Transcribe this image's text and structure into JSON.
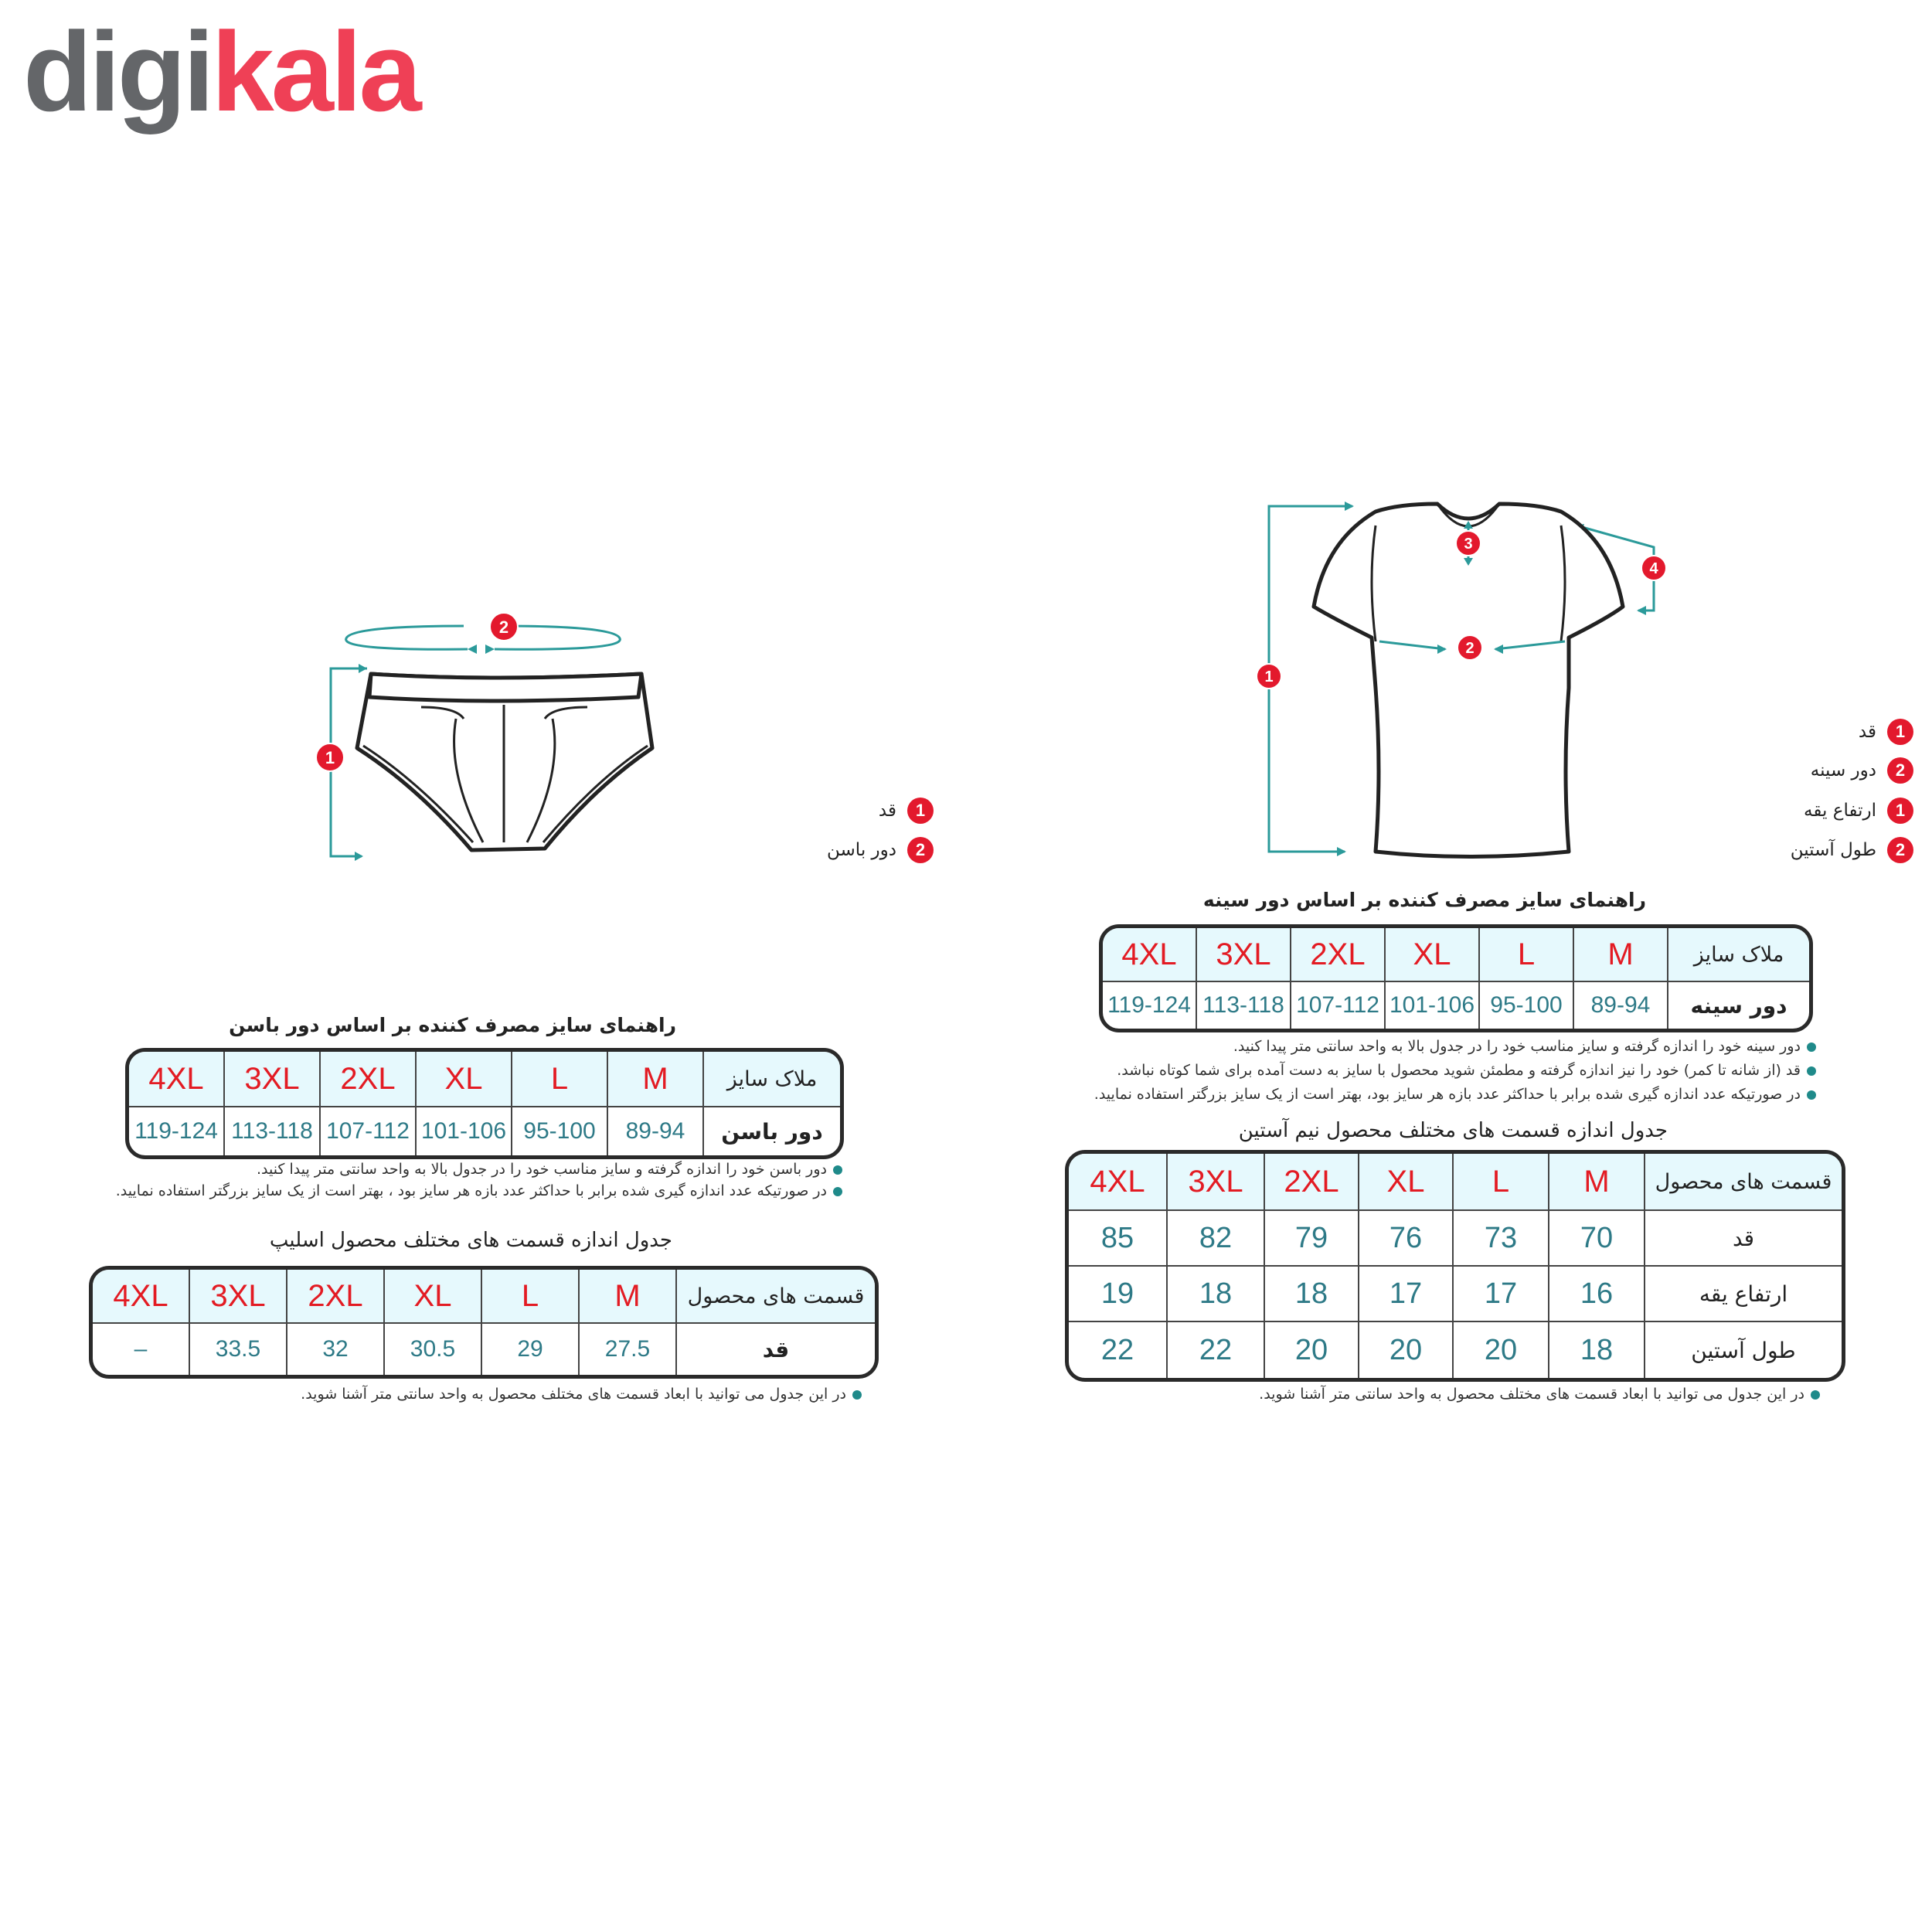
{
  "logo": {
    "part1": "digi",
    "part2": "kala"
  },
  "colors": {
    "accent": "#ef4056",
    "logo_gray": "#646669",
    "teal": "#1f8a8a",
    "badge_red": "#e3192d",
    "header_bg": "#e6f9fd"
  },
  "brief": {
    "legend": [
      {
        "num": "1",
        "label": "قد"
      },
      {
        "num": "2",
        "label": "دور باسن"
      }
    ],
    "guide_title": "راهنمای سایز مصرف کننده بر اساس دور باسن",
    "guide_header_label": "ملاک سایز",
    "sizes": [
      "M",
      "L",
      "XL",
      "2XL",
      "3XL",
      "4XL"
    ],
    "guide_row_label": "دور باسن",
    "guide_row_values": [
      "89-94",
      "95-100",
      "101-106",
      "107-112",
      "113-118",
      "119-124"
    ],
    "notes": [
      "دور باسن خود را اندازه گرفته و سایز مناسب خود را در جدول بالا به واحد سانتی متر پیدا کنید.",
      "در صورتیکه عدد اندازه گیری شده برابر با حداکثر عدد بازه هر سایز بود ، بهتر است از یک سایز بزرگتر استفاده نمایید."
    ],
    "parts_title": "جدول اندازه قسمت های مختلف محصول اسلیپ",
    "parts_header_label": "قسمت های محصول",
    "parts_row_label": "قد",
    "parts_row_values": [
      "27.5",
      "29",
      "30.5",
      "32",
      "33.5",
      "–"
    ],
    "parts_note": "در این جدول می توانید با ابعاد قسمت های مختلف محصول به واحد سانتی متر آشنا شوید."
  },
  "shirt": {
    "legend": [
      {
        "num": "1",
        "label": "قد"
      },
      {
        "num": "2",
        "label": "دور سینه"
      },
      {
        "num": "1",
        "label": "ارتفاع یقه"
      },
      {
        "num": "2",
        "label": "طول آستین"
      }
    ],
    "guide_title": "راهنمای سایز مصرف کننده بر اساس دور سینه",
    "guide_header_label": "ملاک سایز",
    "sizes": [
      "M",
      "L",
      "XL",
      "2XL",
      "3XL",
      "4XL"
    ],
    "guide_row_label": "دور سینه",
    "guide_row_values": [
      "89-94",
      "95-100",
      "101-106",
      "107-112",
      "113-118",
      "119-124"
    ],
    "notes": [
      "دور سینه خود را اندازه گرفته و سایز مناسب خود را در جدول بالا به واحد سانتی متر پیدا کنید.",
      "قد (از شانه تا کمر) خود را نیز اندازه گرفته و مطمئن شوید محصول با سایز به دست آمده برای شما کوتاه نباشد.",
      "در صورتیکه عدد اندازه گیری شده برابر با حداکثر عدد بازه هر سایز بود، بهتر است از یک سایز بزرگتر استفاده نمایید."
    ],
    "parts_title": "جدول اندازه قسمت های مختلف محصول نیم آستین",
    "parts_header_label": "قسمت های محصول",
    "parts_rows": [
      {
        "label": "قد",
        "values": [
          "70",
          "73",
          "76",
          "79",
          "82",
          "85"
        ]
      },
      {
        "label": "ارتفاع یقه",
        "values": [
          "16",
          "17",
          "17",
          "18",
          "18",
          "19"
        ]
      },
      {
        "label": "طول آستین",
        "values": [
          "18",
          "20",
          "20",
          "20",
          "22",
          "22"
        ]
      }
    ],
    "parts_note": "در این جدول می توانید با ابعاد قسمت های مختلف محصول به واحد سانتی متر آشنا شوید."
  },
  "diagram_markers": {
    "brief": [
      "1",
      "2"
    ],
    "shirt": [
      "1",
      "2",
      "3",
      "4"
    ]
  }
}
